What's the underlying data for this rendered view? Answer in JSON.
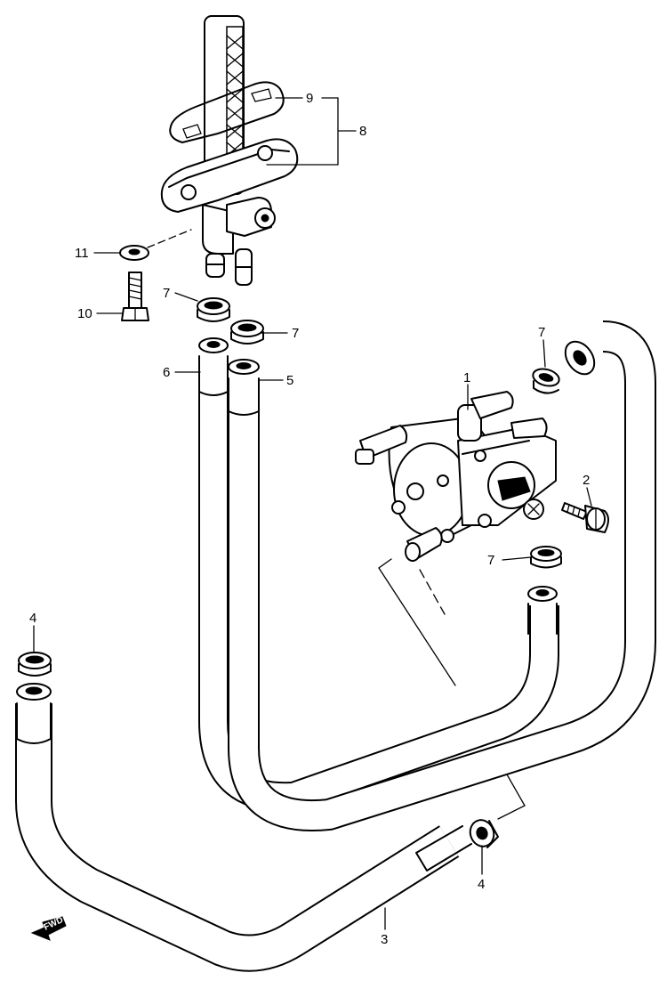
{
  "callouts": {
    "c1": "1",
    "c2": "2",
    "c3": "3",
    "c4a": "4",
    "c4b": "4",
    "c5": "5",
    "c6": "6",
    "c7a": "7",
    "c7b": "7",
    "c7c": "7",
    "c7d": "7",
    "c8": "8",
    "c9": "9",
    "c10": "10",
    "c11": "11"
  },
  "direction_marker": {
    "label": "FWD"
  }
}
